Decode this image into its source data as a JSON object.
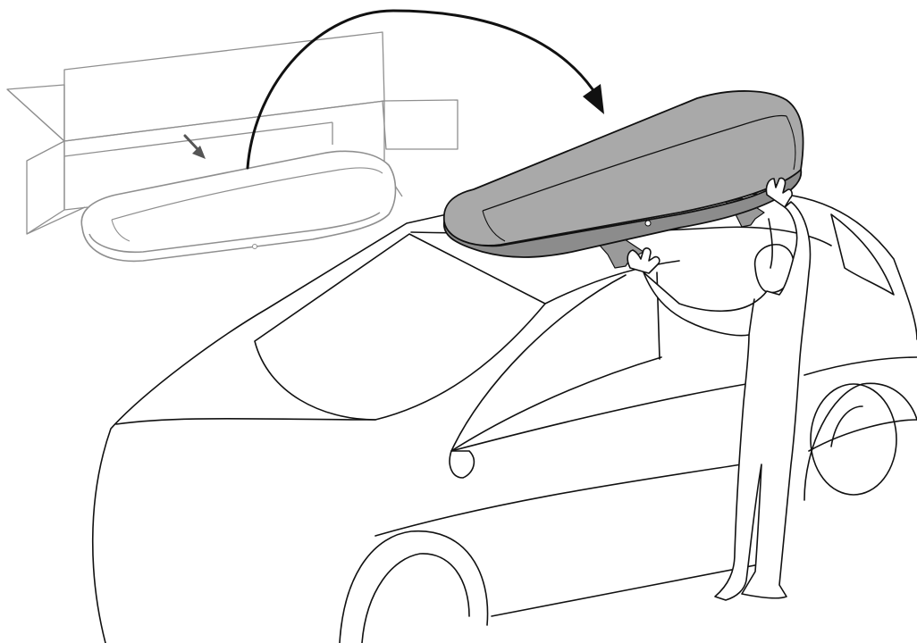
{
  "figure": {
    "kind": "installation-illustration",
    "caption": "",
    "colors": {
      "line": "#111111",
      "box_fill": "#a9a9a9",
      "box_shade": "#8c8c8c",
      "bar_fill": "#9a9a9a",
      "packaging_line": "#8f8f8f",
      "background": "#ffffff"
    },
    "elements": [
      {
        "id": "shipping-carton",
        "icon": "open-cardboard-box"
      },
      {
        "id": "roof-box-in-carton",
        "icon": "roof-box-outline"
      },
      {
        "id": "lift-out-arrow",
        "icon": "small-down-arrow"
      },
      {
        "id": "transfer-arrow",
        "icon": "curved-arrow"
      },
      {
        "id": "roof-box-on-car",
        "icon": "roof-box-filled"
      },
      {
        "id": "roof-bars",
        "icon": "crossbars"
      },
      {
        "id": "car",
        "icon": "car-outline"
      },
      {
        "id": "person",
        "icon": "person-lifting"
      }
    ]
  }
}
